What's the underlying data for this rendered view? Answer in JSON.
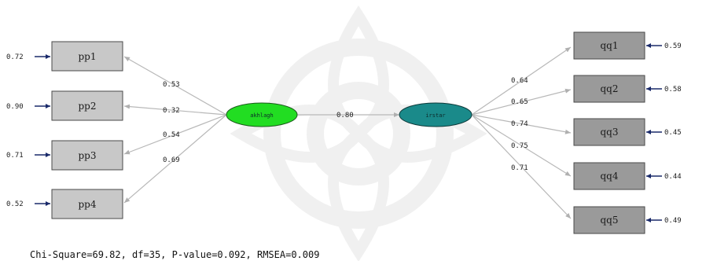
{
  "diagram": {
    "latents": [
      {
        "id": "left",
        "label": "akhlagh",
        "color": "#22dd22"
      },
      {
        "id": "right",
        "label": "irstar",
        "color": "#1a8a8a"
      }
    ],
    "structural_path": {
      "value": "0.80"
    },
    "left_indicators": [
      {
        "label": "pp1",
        "error": "0.72",
        "loading": "0.53"
      },
      {
        "label": "pp2",
        "error": "0.90",
        "loading": "0.32"
      },
      {
        "label": "pp3",
        "error": "0.71",
        "loading": "0.54"
      },
      {
        "label": "pp4",
        "error": "0.52",
        "loading": "0.69"
      }
    ],
    "right_indicators": [
      {
        "label": "qq1",
        "error": "0.59",
        "loading": "0.64"
      },
      {
        "label": "qq2",
        "error": "0.58",
        "loading": "0.65"
      },
      {
        "label": "qq3",
        "error": "0.45",
        "loading": "0.74"
      },
      {
        "label": "qq4",
        "error": "0.44",
        "loading": "0.75"
      },
      {
        "label": "qq5",
        "error": "0.49",
        "loading": "0.71"
      }
    ],
    "fit_statistics": "Chi-Square=69.82, df=35, P-value=0.092, RMSEA=0.009",
    "colors": {
      "box_left": "#c8c8c8",
      "box_right": "#9a9a9a",
      "path": "#b8b8b8",
      "error_arrow": "#1a2a6a"
    }
  }
}
